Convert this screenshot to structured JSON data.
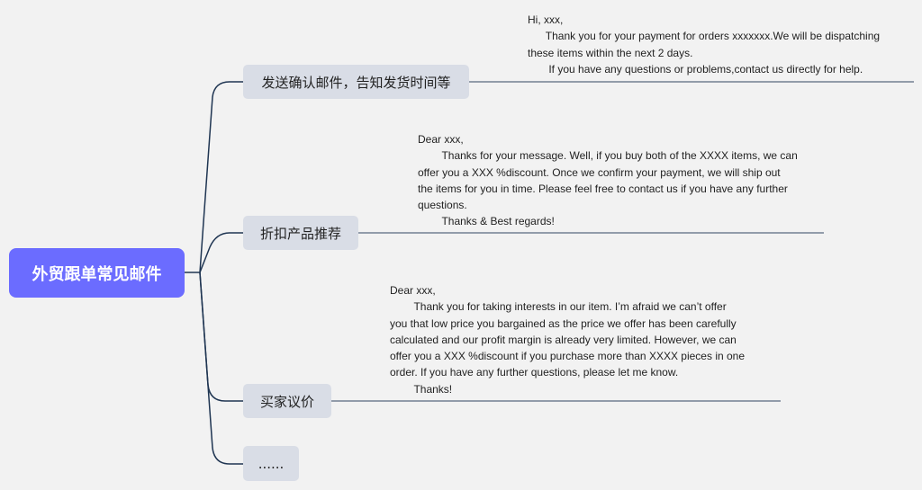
{
  "root": {
    "label": "外贸跟单常见邮件"
  },
  "branches": [
    {
      "label": "发送确认邮件，告知发货时间等",
      "note": [
        "Hi, xxx,",
        "      Thank you for your payment for orders xxxxxxx.We will be dispatching",
        "these items within the next 2 days.",
        "       If you have any questions or problems,contact us directly for help."
      ]
    },
    {
      "label": "折扣产品推荐",
      "note": [
        "Dear xxx,",
        "        Thanks for your message. Well, if you buy both of the XXXX items, we can",
        "offer you a XXX %discount. Once we confirm your payment, we will ship out",
        "the items for you in time. Please feel free to contact us if you have any further",
        "questions.",
        "        Thanks & Best regards!"
      ]
    },
    {
      "label": "买家议价",
      "note": [
        "Dear xxx,",
        "        Thank you for taking interests in our item. I’m afraid we can’t offer",
        "you that low price you bargained as the price we offer has been carefully",
        "calculated and our profit margin is already very limited. However, we can",
        "offer you a XXX %discount if you purchase more than XXXX pieces in one",
        "order. If you have any further questions, please let me know.",
        "        Thanks!"
      ]
    },
    {
      "label": "......"
    }
  ],
  "colors": {
    "root": "#6b6cff",
    "node": "#d9dde6",
    "link": "#1f3552",
    "note_line": "#5a6a80"
  }
}
